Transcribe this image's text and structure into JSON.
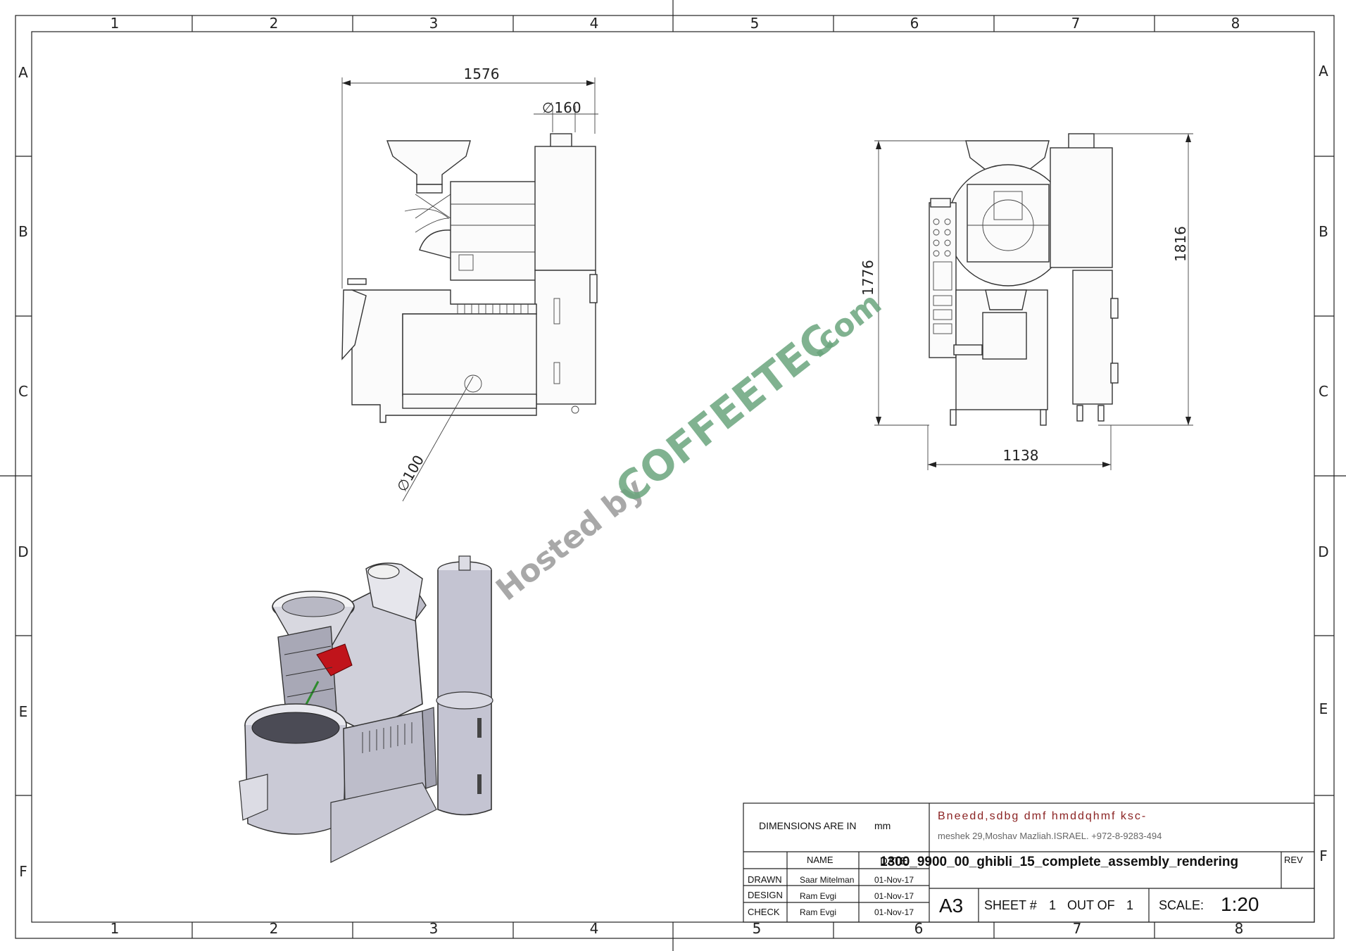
{
  "zones": {
    "columns": [
      "1",
      "2",
      "3",
      "4",
      "5",
      "6",
      "7",
      "8"
    ],
    "rows": [
      "A",
      "B",
      "C",
      "D",
      "E",
      "F"
    ]
  },
  "dimensions": {
    "side_width": "1576",
    "chimney_dia": "∅160",
    "port_dia": "∅100",
    "front_height": "1776",
    "front_total_height": "1816",
    "front_width": "1138"
  },
  "watermark": {
    "hosted": "Hosted by",
    "brand": "COFFEETEC",
    "tld": ".com",
    "brand_color": "#6aa57d"
  },
  "title_block": {
    "dimensions_label": "DIMENSIONS ARE IN",
    "units": "mm",
    "company_line": "Bneedd,sdbg dmf hmddqhmf ksc-",
    "company_address": "meshek 29,Moshav Mazliah.ISRAEL. +972-8-9283-494",
    "name_header": "NAME",
    "date_header": "DATE",
    "drawing_name": "1300_9900_00_ghibli_15_complete_assembly_rendering",
    "rev_label": "REV",
    "rows": [
      {
        "role": "DRAWN",
        "name": "Saar Mitelman",
        "date": "01-Nov-17"
      },
      {
        "role": "DESIGN",
        "name": "Ram Evgi",
        "date": "01-Nov-17"
      },
      {
        "role": "CHECK",
        "name": "Ram Evgi",
        "date": "01-Nov-17"
      }
    ],
    "size": "A3",
    "sheet_label": "SHEET #",
    "sheet_no": "1",
    "out_of_label": "OUT OF",
    "sheet_total": "1",
    "scale_label": "SCALE:",
    "scale": "1:20"
  },
  "colors": {
    "line": "#222222",
    "highlight_red": "#c0141b",
    "highlight_green": "#2e8b2e",
    "body_gray": "#c9c9d4"
  }
}
